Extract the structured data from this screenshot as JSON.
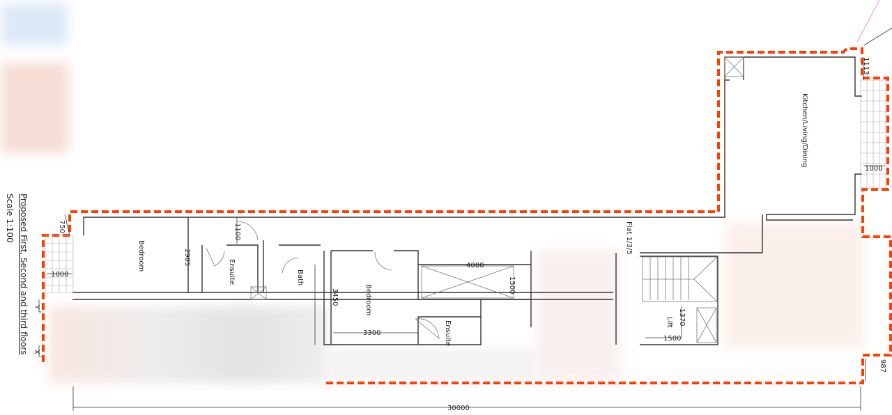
{
  "drawing": {
    "title": "Proposed First, Second and third floors",
    "scale": "Scale 1:100",
    "section_marks": [
      "Y",
      "X"
    ]
  },
  "rooms": {
    "bedroom_1": "Bedroom",
    "ensuite_1": "Ensuite",
    "bath": "Bath",
    "bedroom_2": "Bedroom",
    "ensuite_2": "Ensuite",
    "kitchen": "Kitchen/Living/Dining",
    "lift": "Lift",
    "flat": "Flat 1/3/5"
  },
  "dimensions": {
    "d750": "750",
    "d1000_left": "1000",
    "d1100": "1100",
    "d2985": "2985",
    "d3450": "3450",
    "d3300": "3300",
    "d4000": "4000",
    "d1500_void": "1500",
    "d1370": "1370",
    "d1500_lift": "1500",
    "d1113": "1113",
    "d1000_right": "1000",
    "d987": "987",
    "overall": "30000"
  },
  "colors": {
    "boundary": "#ff3d00",
    "walls": "#333333"
  }
}
